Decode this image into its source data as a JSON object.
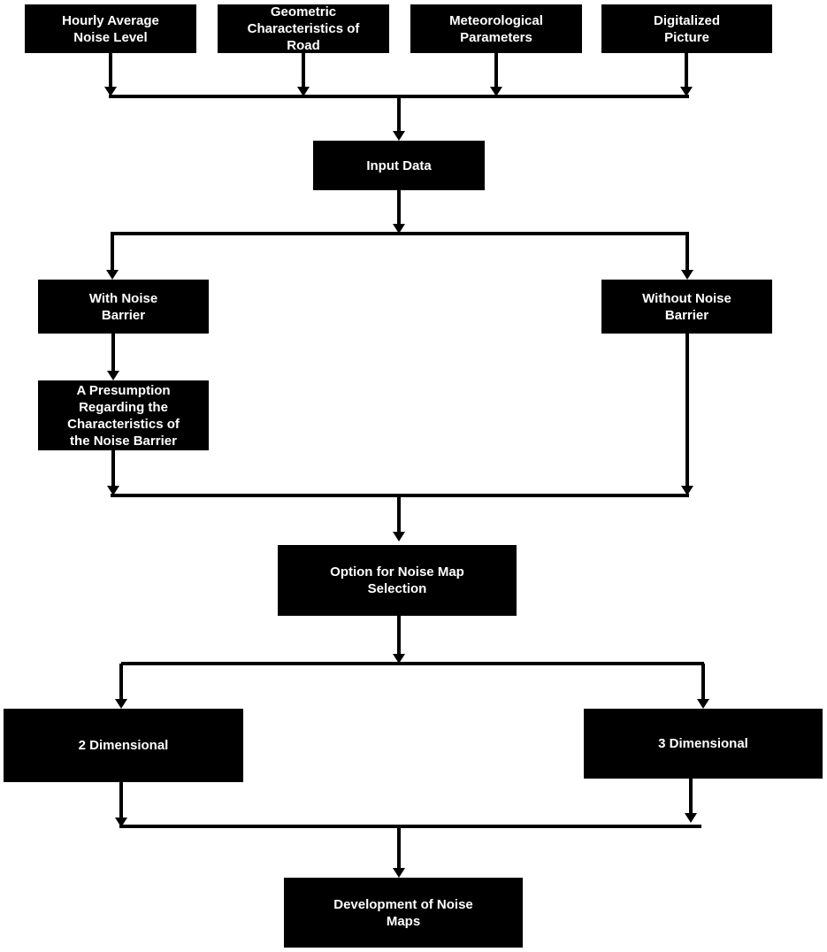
{
  "diagram": {
    "inputs": {
      "hourly_noise": "Hourly Average\nNoise Level",
      "road_geometry": "Geometric\nCharacteristics of\nRoad",
      "meteorological": "Meteorological\nParameters",
      "digital_picture": "Digitalized\nPicture"
    },
    "input_data": "Input Data",
    "with_barrier": "With Noise\nBarrier",
    "without_barrier": "Without Noise\nBarrier",
    "barrier_presumption": "A Presumption\nRegarding the\nCharacteristics of\nthe Noise Barrier",
    "map_option": "Option for Noise Map\nSelection",
    "two_dimensional": "2 Dimensional",
    "three_dimensional": "3 Dimensional",
    "development": "Development of Noise\nMaps"
  }
}
